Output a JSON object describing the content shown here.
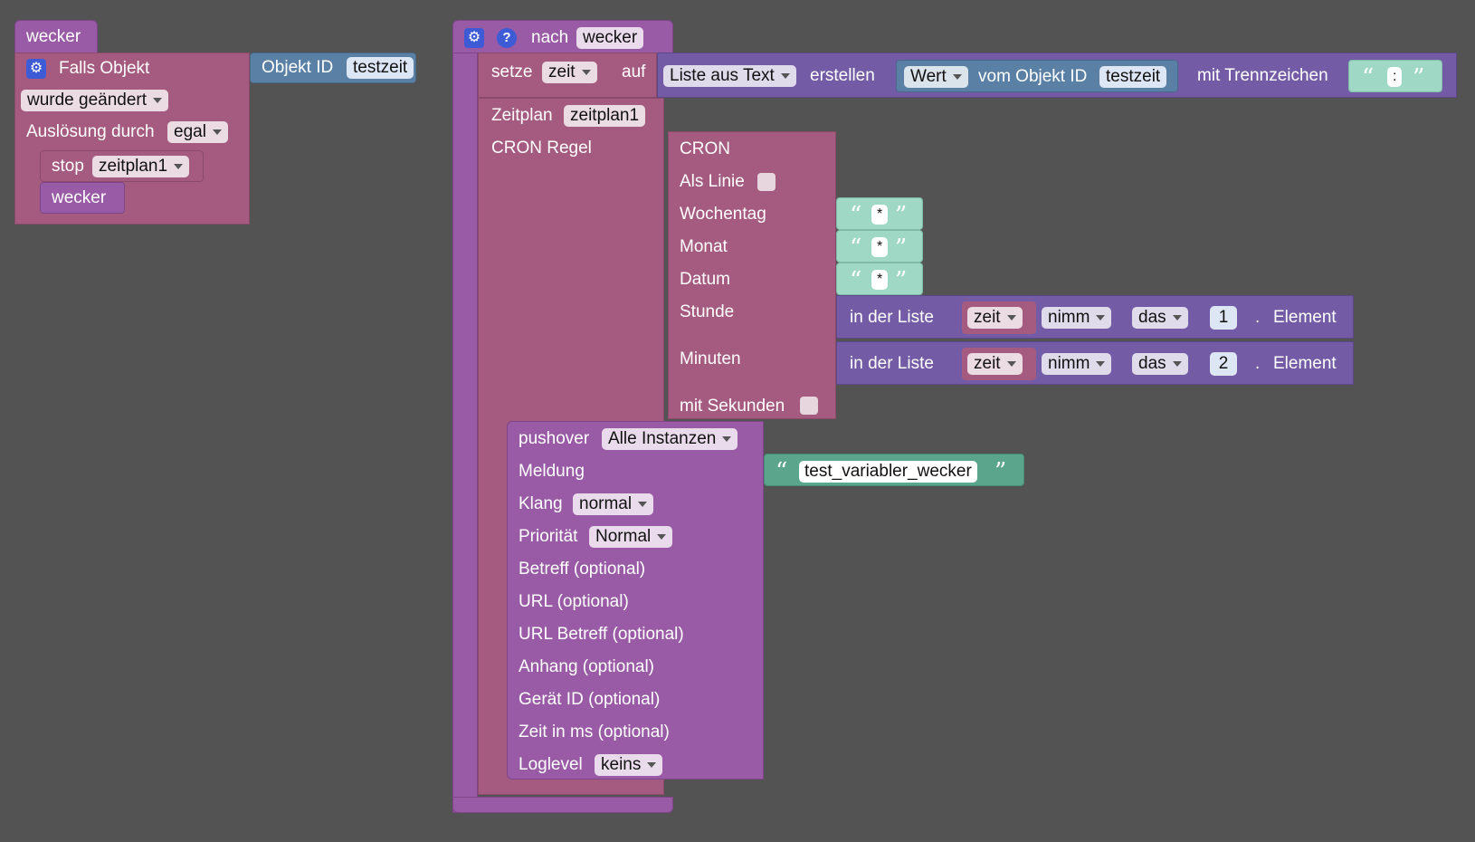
{
  "colors": {
    "background": "#535353",
    "event_block": "#a55b80",
    "procedure_block": "#995ba5",
    "object_block": "#5b80a5",
    "list_block": "#745ba5",
    "text_block": "#5ba58c",
    "icon_blue": "#3e5bd6"
  },
  "trigger_block": {
    "title": "wecker",
    "falls_objekt": "Falls Objekt",
    "objekt_id_label": "Objekt ID",
    "objekt_id_value": "testzeit",
    "changed_value": "wurde geändert",
    "ausloesung_label": "Auslösung durch",
    "ausloesung_value": "egal",
    "stop_label": "stop",
    "stop_value": "zeitplan1",
    "call_label": "wecker"
  },
  "procedure": {
    "nach_label": "nach",
    "name": "wecker",
    "setze": {
      "label": "setze",
      "variable": "zeit",
      "auf": "auf",
      "list_dropdown": "Liste aus Text",
      "erstellen": "erstellen",
      "value_dropdown": "Wert",
      "vom_objekt_id": "vom Objekt ID",
      "objekt_id_value": "testzeit",
      "mit_trennzeichen": "mit Trennzeichen",
      "separator": ":"
    },
    "zeitplan": {
      "label": "Zeitplan",
      "value": "zeitplan1",
      "cron_regel": "CRON Regel"
    },
    "cron": {
      "title": "CRON",
      "als_linie": "Als Linie",
      "wochentag": "Wochentag",
      "wochentag_value": "*",
      "monat": "Monat",
      "monat_value": "*",
      "datum": "Datum",
      "datum_value": "*",
      "stunde": "Stunde",
      "minuten": "Minuten",
      "mit_sekunden": "mit Sekunden"
    },
    "list_get_1": {
      "in_der_liste": "in der Liste",
      "variable": "zeit",
      "mode": "nimm",
      "where": "das",
      "index": "1",
      "dot": ".",
      "element": "Element"
    },
    "list_get_2": {
      "in_der_liste": "in der Liste",
      "variable": "zeit",
      "mode": "nimm",
      "where": "das",
      "index": "2",
      "dot": ".",
      "element": "Element"
    },
    "pushover": {
      "label": "pushover",
      "instance": "Alle Instanzen",
      "meldung": "Meldung",
      "meldung_value": "test_variabler_wecker",
      "klang": "Klang",
      "klang_value": "normal",
      "prioritaet": "Priorität",
      "prioritaet_value": "Normal",
      "betreff": "Betreff (optional)",
      "url": "URL (optional)",
      "url_betreff": "URL Betreff (optional)",
      "anhang": "Anhang (optional)",
      "geraet_id": "Gerät ID (optional)",
      "zeit_ms": "Zeit in ms (optional)",
      "loglevel": "Loglevel",
      "loglevel_value": "keins"
    }
  }
}
